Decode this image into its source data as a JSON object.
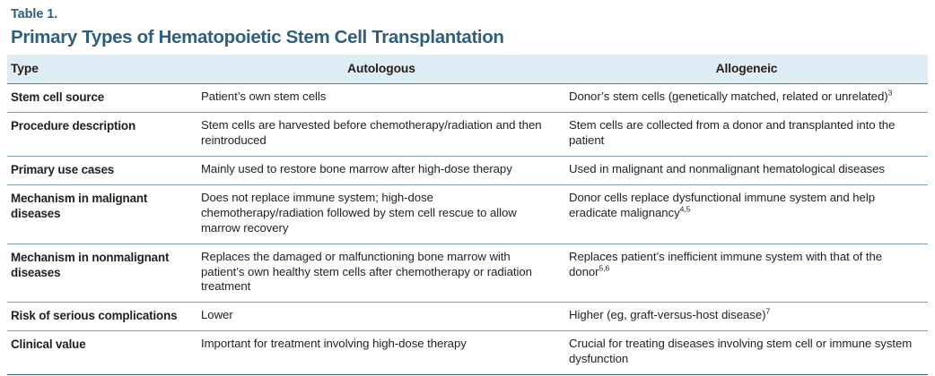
{
  "table": {
    "label": "Table 1.",
    "title": "Primary Types of Hematopoietic Stem Cell Transplantation",
    "accent_color": "#2f5f7e",
    "header_background": "#ddecf5",
    "rule_color": "#7d9bae",
    "columns": [
      {
        "key": "type",
        "label": "Type",
        "align": "left"
      },
      {
        "key": "autologous",
        "label": "Autologous",
        "align": "center"
      },
      {
        "key": "allogeneic",
        "label": "Allogeneic",
        "align": "center"
      }
    ],
    "rows": [
      {
        "type": "Stem cell source",
        "autologous": "Patient’s own stem cells",
        "allogeneic": "Donor’s stem cells (genetically matched, related or unrelated)",
        "allogeneic_sup": "3"
      },
      {
        "type": "Procedure description",
        "autologous": "Stem cells are harvested before chemotherapy/radiation and then reintroduced",
        "allogeneic": "Stem cells are collected from a donor and transplanted into the patient",
        "allogeneic_sup": ""
      },
      {
        "type": "Primary use cases",
        "autologous": "Mainly used to restore bone marrow after high-dose therapy",
        "allogeneic": "Used in malignant and nonmalignant hematological diseases",
        "allogeneic_sup": ""
      },
      {
        "type": "Mechanism in malignant diseases",
        "autologous": "Does not replace immune system; high-dose chemotherapy/radiation followed by stem cell rescue to allow marrow recovery",
        "allogeneic": "Donor cells replace dysfunctional immune system and help eradicate malignancy",
        "allogeneic_sup": "4,5"
      },
      {
        "type": "Mechanism in nonmalignant diseases",
        "autologous": "Replaces the damaged or malfunctioning bone marrow with patient’s own healthy stem cells after chemotherapy or radiation treatment",
        "allogeneic": "Replaces patient’s inefficient immune system with that of the donor",
        "allogeneic_sup": "5,6"
      },
      {
        "type": "Risk of serious complications",
        "autologous": "Lower",
        "allogeneic": "Higher (eg, graft-versus-host disease)",
        "allogeneic_sup": "7"
      },
      {
        "type": "Clinical value",
        "autologous": "Important for treatment involving high-dose therapy",
        "allogeneic": "Crucial for treating diseases involving stem cell or immune system dysfunction",
        "allogeneic_sup": ""
      }
    ]
  }
}
